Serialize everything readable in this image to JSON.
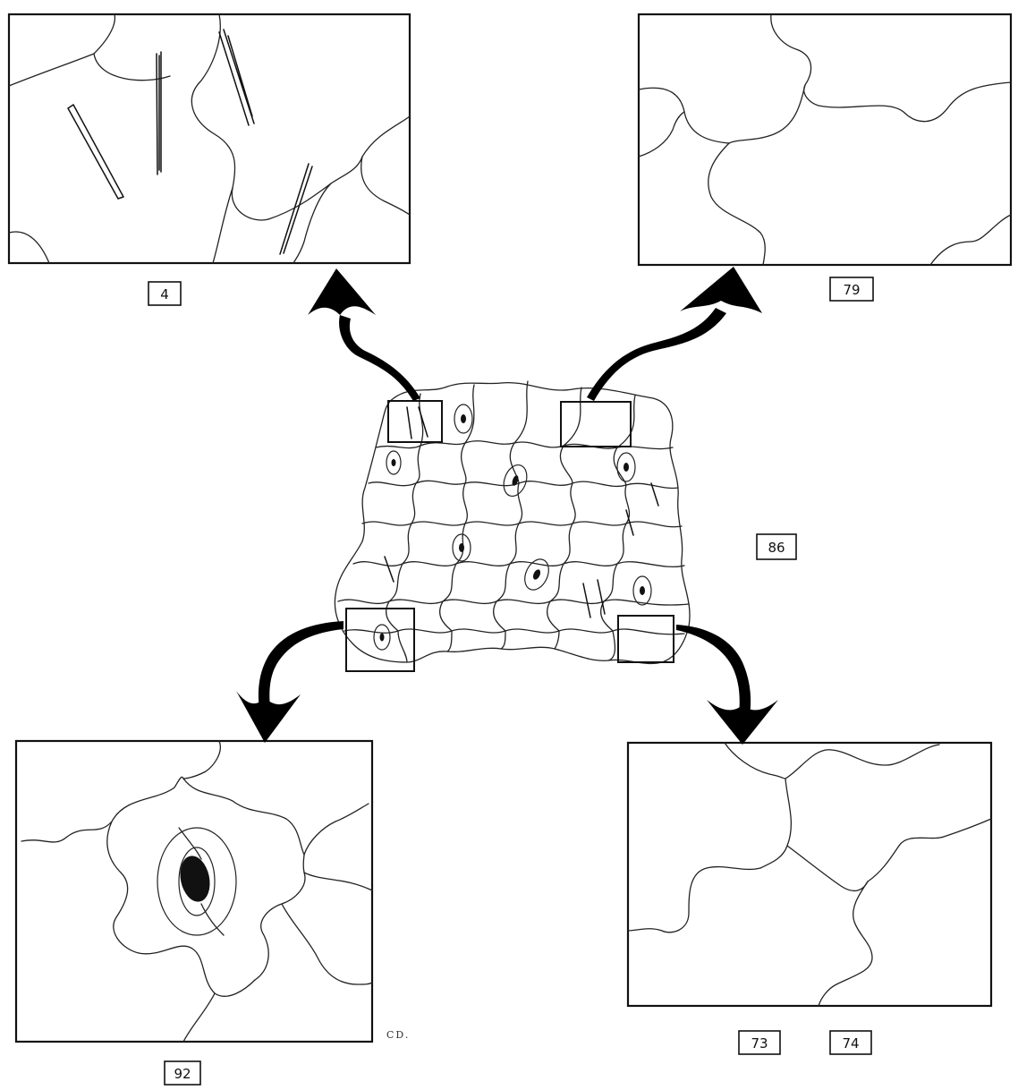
{
  "figure": {
    "panels": [
      {
        "id": "epidermis-crystals",
        "label": "4"
      },
      {
        "id": "epidermis-upper-right",
        "label": "79"
      },
      {
        "id": "stoma-detail",
        "label": "92"
      },
      {
        "id": "epidermis-lower-right",
        "label": "73",
        "label2": "74"
      }
    ],
    "overview_label": "86",
    "signature": "CD."
  },
  "colors": {
    "ink": "#111111",
    "paper": "#ffffff"
  }
}
